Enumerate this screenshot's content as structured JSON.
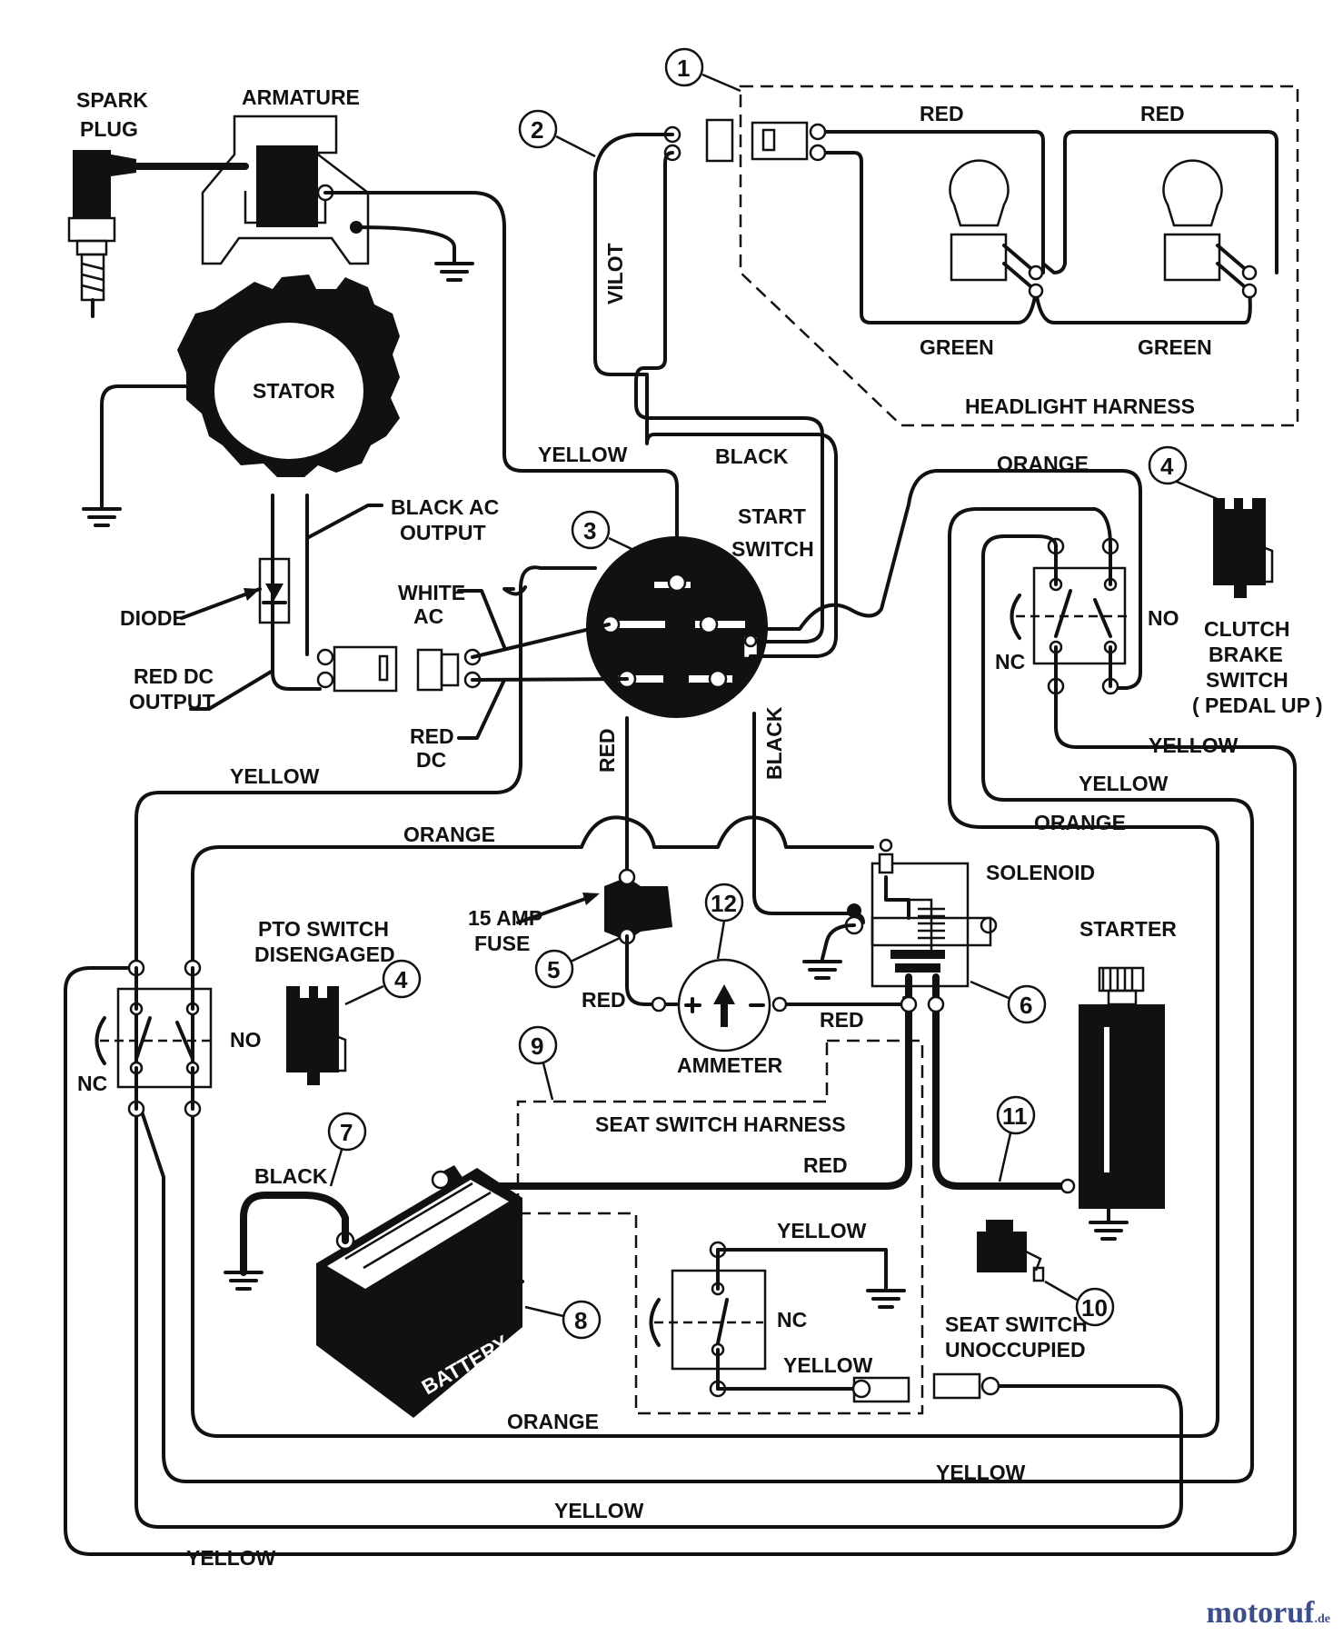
{
  "labels": {
    "spark_plug": [
      "SPARK",
      "PLUG"
    ],
    "armature": "ARMATURE",
    "stator": "STATOR",
    "black_ac_output": [
      "BLACK AC",
      "OUTPUT"
    ],
    "diode": "DIODE",
    "red_dc_output": [
      "RED DC",
      "OUTPUT"
    ],
    "white_ac": [
      "WHITE",
      "AC"
    ],
    "red_dc": [
      "RED",
      "DC"
    ],
    "start_switch": [
      "START",
      "SWITCH"
    ],
    "headlight_harness": "HEADLIGHT HARNESS",
    "clutch_brake_switch": [
      "CLUTCH",
      "BRAKE",
      "SWITCH",
      "( PEDAL UP )"
    ],
    "solenoid": "SOLENOID",
    "starter": "STARTER",
    "pto_switch": [
      "PTO SWITCH",
      "DISENGAGED"
    ],
    "fuse": [
      "15 AMP",
      "FUSE"
    ],
    "ammeter": "AMMETER",
    "seat_switch_harness": "SEAT SWITCH HARNESS",
    "battery": "BATTERY",
    "seat_switch_unoccupied": [
      "SEAT SWITCH",
      "UNOCCUPIED"
    ],
    "nc": "NC",
    "no": "NO"
  },
  "wires": {
    "red": "RED",
    "green": "GREEN",
    "vilot": "VILOT",
    "yellow": "YELLOW",
    "black": "BLACK",
    "orange": "ORANGE"
  },
  "callouts": [
    "1",
    "2",
    "3",
    "4",
    "5",
    "6",
    "7",
    "8",
    "9",
    "10",
    "11",
    "12"
  ],
  "watermark": {
    "brand": "motoruf",
    "suffix": ".de"
  }
}
